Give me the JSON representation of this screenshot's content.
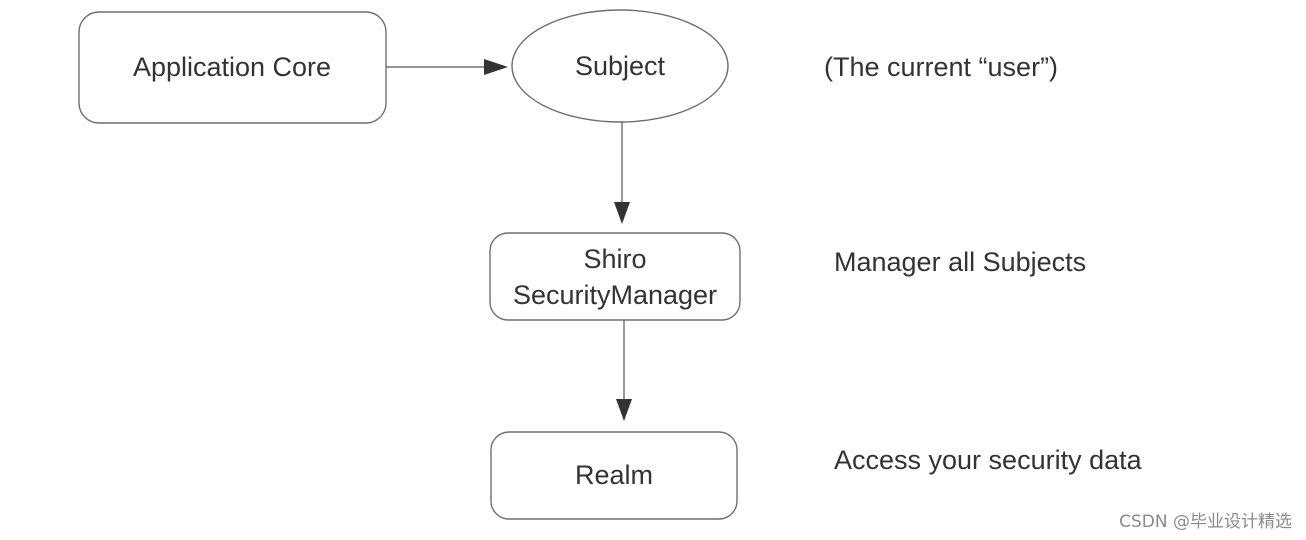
{
  "diagram": {
    "nodes": {
      "application_core": {
        "label": "Application Core",
        "shape": "rounded-rectangle"
      },
      "subject": {
        "label": "Subject",
        "shape": "ellipse"
      },
      "security_manager": {
        "label_line1": "Shiro",
        "label_line2": "SecurityManager",
        "shape": "rounded-rectangle"
      },
      "realm": {
        "label": "Realm",
        "shape": "rounded-rectangle"
      }
    },
    "notes": {
      "subject_note": "(The current “user”)",
      "security_manager_note": "Manager all Subjects",
      "realm_note": "Access your security data"
    },
    "edges": [
      {
        "from": "application_core",
        "to": "subject"
      },
      {
        "from": "subject",
        "to": "security_manager"
      },
      {
        "from": "security_manager",
        "to": "realm"
      }
    ],
    "colors": {
      "stroke": "#6f6f6f",
      "text": "#333333",
      "background": "#ffffff"
    }
  },
  "watermark": "CSDN @毕业设计精选"
}
